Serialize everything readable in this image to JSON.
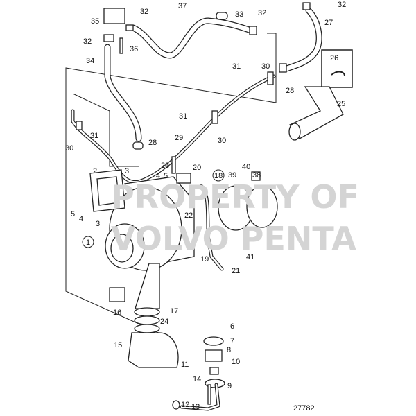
{
  "diagram": {
    "drawing_number": "27782",
    "watermark": [
      "PROPERTY OF",
      "VOLVO PENTA"
    ],
    "labels": [
      "32",
      "37",
      "33",
      "32",
      "32",
      "27",
      "35",
      "32",
      "36",
      "34",
      "26",
      "31",
      "30",
      "28",
      "25",
      "31",
      "30",
      "31",
      "29",
      "30",
      "28",
      "23",
      "20",
      "40",
      "2",
      "3",
      "38",
      "39",
      "4",
      "5",
      "18",
      "22",
      "5",
      "4",
      "3",
      "1",
      "41",
      "19",
      "21",
      "16",
      "17",
      "24",
      "6",
      "7",
      "15",
      "8",
      "10",
      "11",
      "14",
      "9",
      "12",
      "13"
    ]
  }
}
